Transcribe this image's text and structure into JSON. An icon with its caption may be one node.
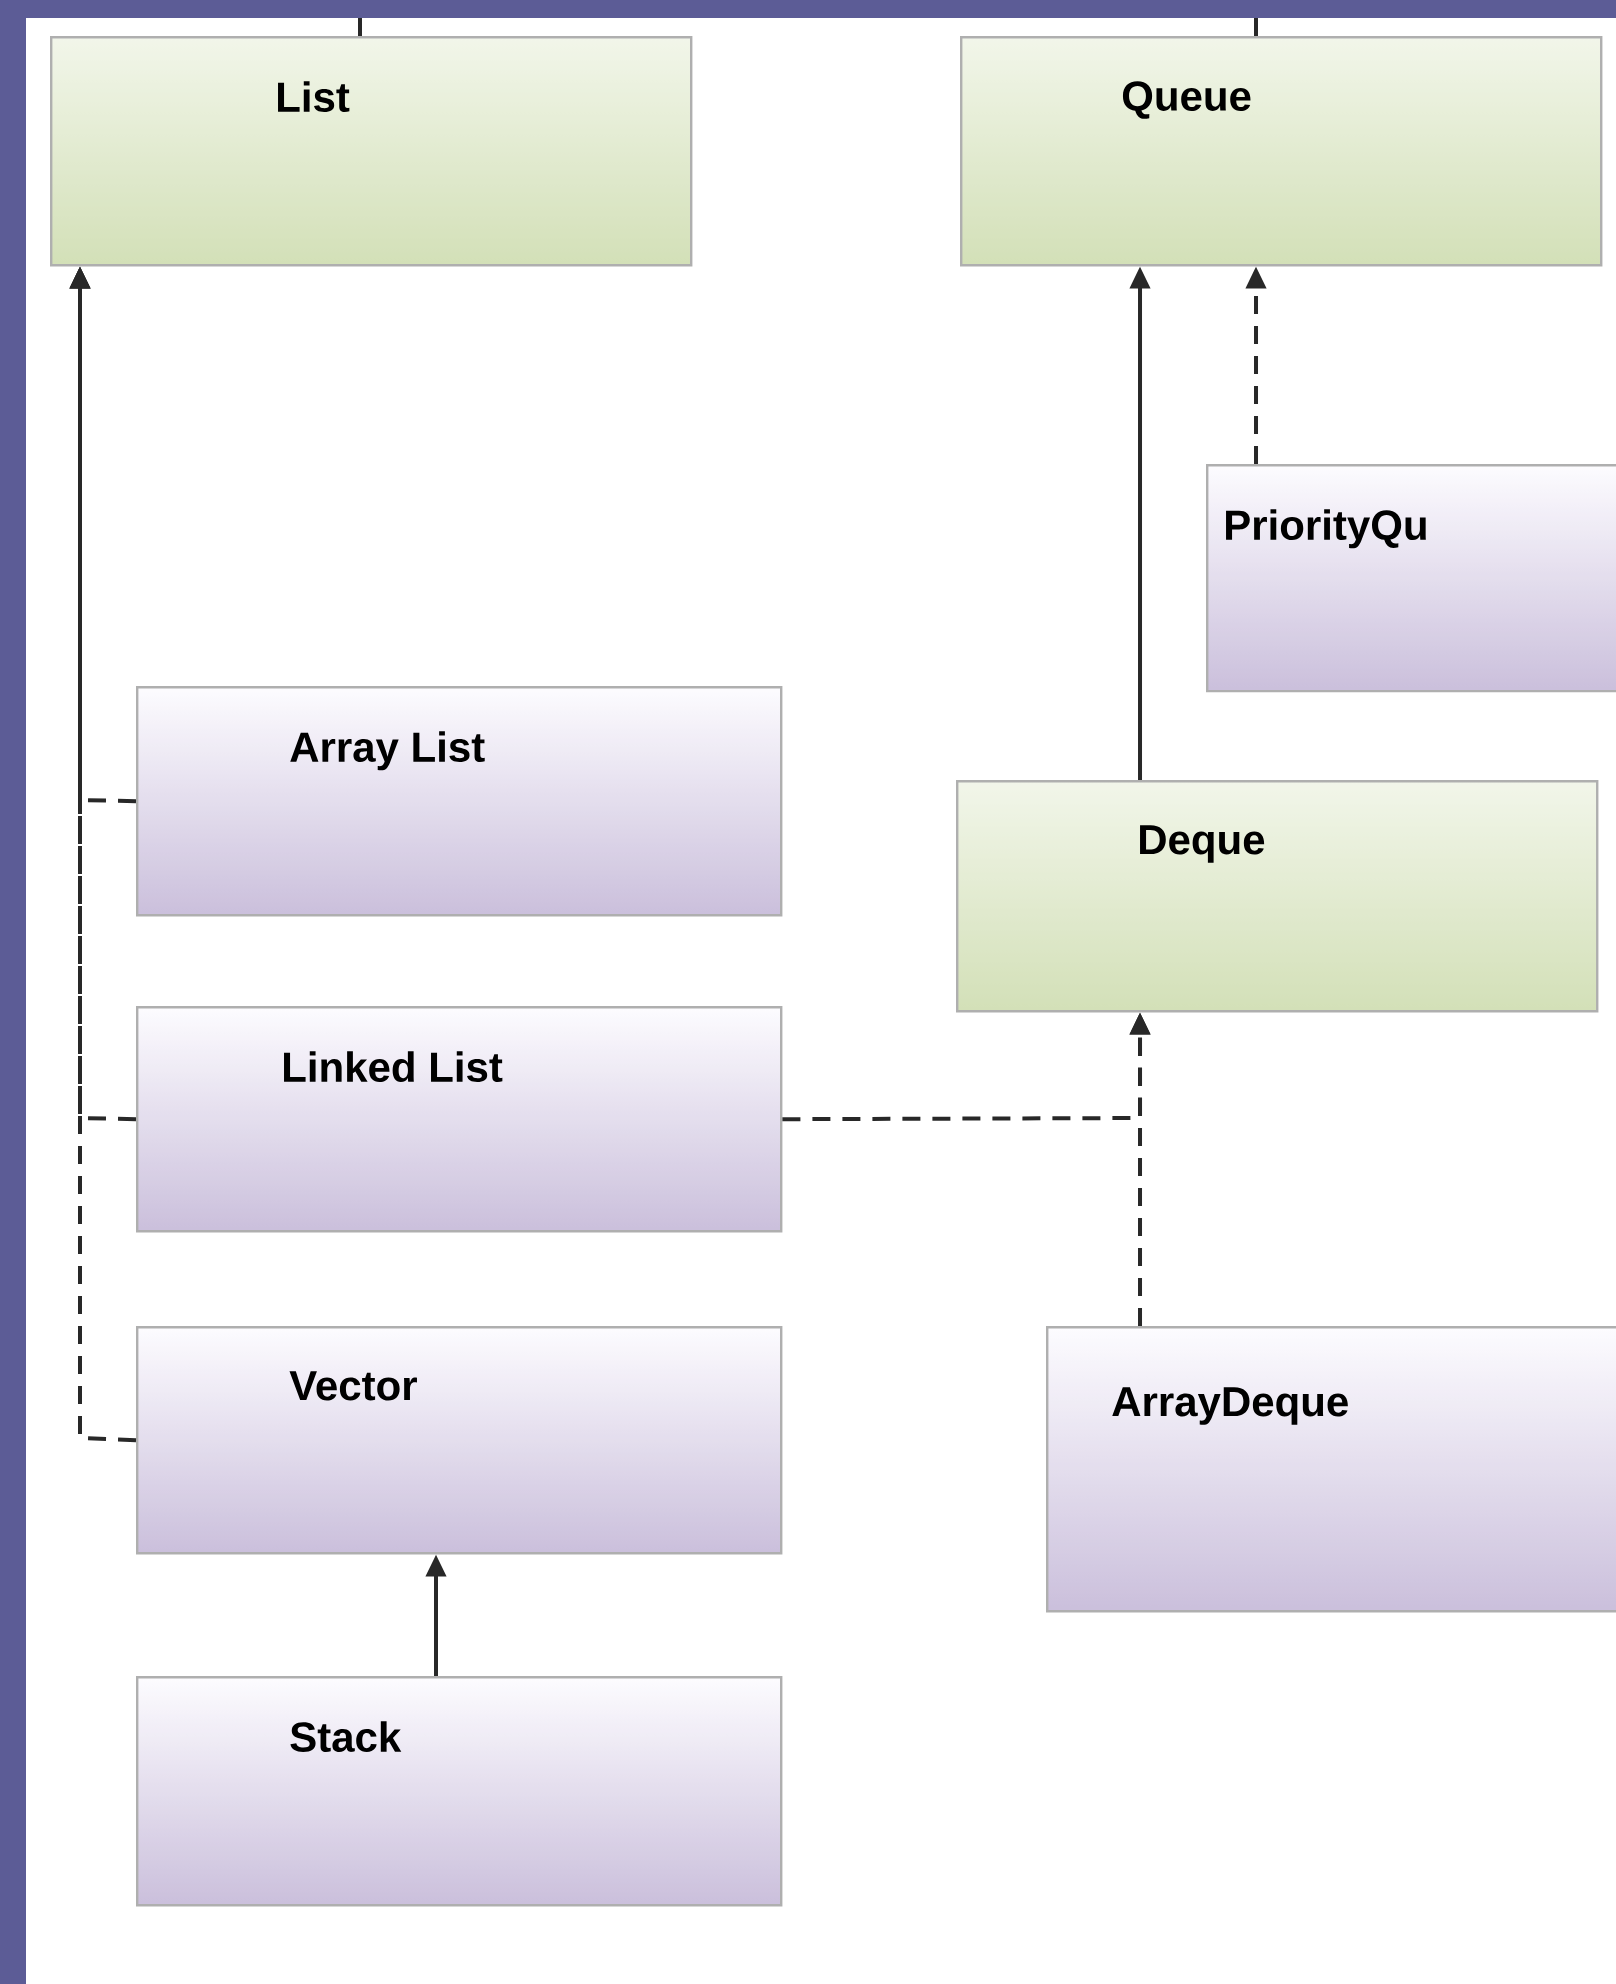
{
  "diagram": {
    "nodes": [
      {
        "text": [
          "List"
        ]
      },
      {
        "text": [
          "Queue"
        ]
      },
      {
        "text": [
          "PriorityQu"
        ]
      },
      {
        "text": [
          "Array List"
        ]
      },
      {
        "text": [
          "Deque"
        ]
      },
      {
        "text": [
          "Linked List"
        ]
      },
      {
        "text": [
          "Vector"
        ]
      },
      {
        "text": [
          "ArrayDeque"
        ]
      },
      {
        "text": [
          "Stack"
        ]
      }
    ],
    "edges": [
      {
        "from": 0,
        "to": null,
        "arrow": "none"
      },
      {
        "from": 1,
        "to": null,
        "arrow": "none"
      },
      {
        "from": 3,
        "to": 0,
        "arrow": "to",
        "style": "dashed"
      },
      {
        "from": 5,
        "to": 0,
        "arrow": "to",
        "style": "dashed"
      },
      {
        "from": 6,
        "to": 0,
        "arrow": "to",
        "style": "dashed"
      },
      {
        "from": 4,
        "to": 1,
        "arrow": "to"
      },
      {
        "from": 2,
        "to": 1,
        "arrow": "to",
        "style": "dashed"
      },
      {
        "from": 5,
        "to": 4,
        "arrow": "to",
        "style": "dashed"
      },
      {
        "from": 7,
        "to": 4,
        "arrow": "to",
        "style": "dashed"
      },
      {
        "from": 8,
        "to": 6,
        "arrow": "to"
      }
    ]
  }
}
